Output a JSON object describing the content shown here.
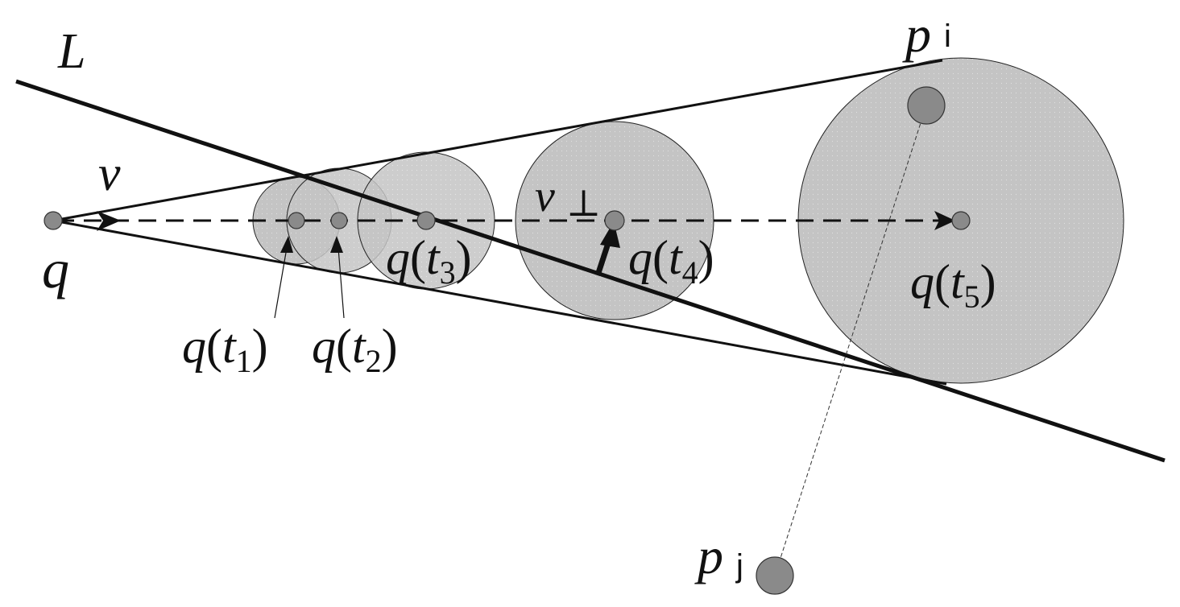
{
  "labels": {
    "line": "L",
    "velocity": "v",
    "v_perp_base": "v",
    "v_perp_sub": "⊥",
    "query": "q",
    "point_i_base": "p",
    "point_i_sub": "i",
    "point_j_base": "p",
    "point_j_sub": "j",
    "t1": {
      "q": "q",
      "t": "t",
      "sub": "1"
    },
    "t2": {
      "q": "q",
      "t": "t",
      "sub": "2"
    },
    "t3": {
      "q": "q",
      "t": "t",
      "sub": "3"
    },
    "t4": {
      "q": "q",
      "t": "t",
      "sub": "4"
    },
    "t5": {
      "q": "q",
      "t": "t",
      "sub": "5"
    }
  },
  "colors": {
    "circle_fill": "#c6c6c6",
    "point_fill": "#8a8a8a",
    "overlap_fill": "#a9a9a9",
    "stroke": "#111111"
  }
}
